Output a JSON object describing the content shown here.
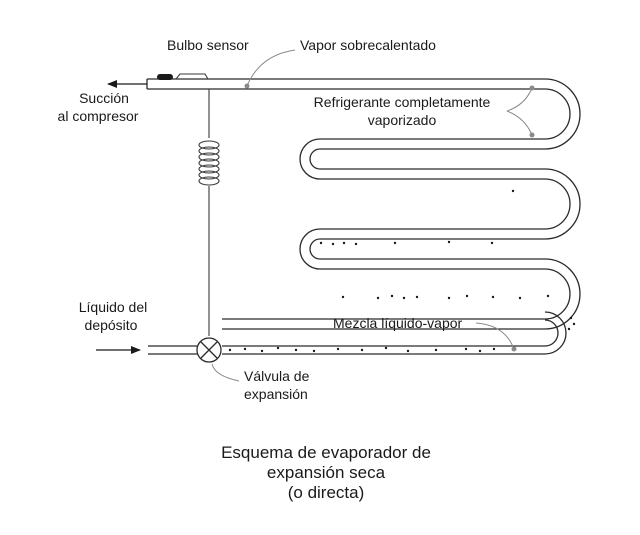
{
  "labels": {
    "bulbo": "Bulbo sensor",
    "vapor_sobrecalentado": "Vapor sobrecalentado",
    "refrigerante_l1": "Refrigerante completamente",
    "refrigerante_l2": "vaporizado",
    "succion_l1": "Succión",
    "succion_l2": "al compresor",
    "liquido_l1": "Líquido del",
    "liquido_l2": "depósito",
    "mezcla": "Mezcla líquido-vapor",
    "valvula_l1": "Válvula de",
    "valvula_l2": "expansión"
  },
  "caption": {
    "line1": "Esquema de evaporador de",
    "line2": "expansión seca",
    "line3": "(o directa)"
  }
}
